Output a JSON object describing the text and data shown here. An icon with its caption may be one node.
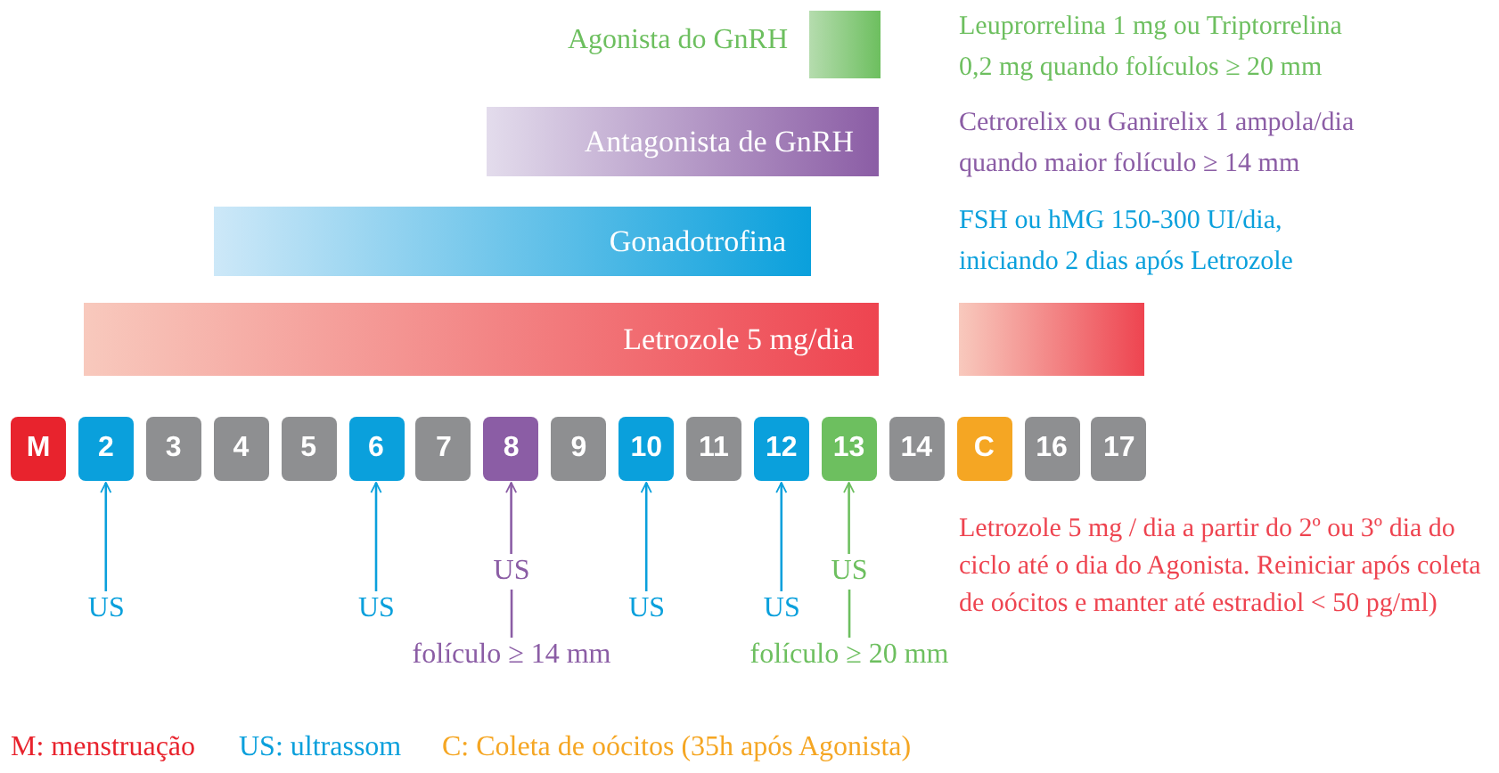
{
  "diagram": {
    "nodes": [
      {
        "text": [
          "Agonista do GnRH"
        ],
        "beside": [
          "Leuprorrelina 1 mg ou Triptorrelina 0,2 mg quando folículos ≥ 20 mm"
        ]
      },
      {
        "text": [
          "Antagonista de GnRH"
        ],
        "beside": [
          "Cetrorelix ou Ganirelix 1 ampola/dia quando maior folículo ≥ 14 mm"
        ]
      },
      {
        "text": [
          "Gonadotrofina"
        ]
      },
      {
        "text": [
          "Letrozole 5 mg/dia"
        ]
      },
      {
        "text": [],
        "shape": "bar"
      },
      {
        "text": [
          "M"
        ]
      },
      {
        "text": [
          "2"
        ]
      },
      {
        "text": [
          "3"
        ]
      },
      {
        "text": [
          "4"
        ]
      },
      {
        "text": [
          "5"
        ]
      },
      {
        "text": [
          "6"
        ]
      },
      {
        "text": [
          "7"
        ]
      },
      {
        "text": [
          "8"
        ]
      },
      {
        "text": [
          "9"
        ]
      },
      {
        "text": [
          "10"
        ]
      },
      {
        "text": [
          "11"
        ]
      },
      {
        "text": [
          "12"
        ]
      },
      {
        "text": [
          "13"
        ]
      },
      {
        "text": [
          "14"
        ]
      },
      {
        "text": [
          "C"
        ]
      },
      {
        "text": [
          "16"
        ]
      },
      {
        "text": [
          "17"
        ]
      },
      {
        "text": [
          "US"
        ]
      },
      {
        "text": [
          "US"
        ]
      },
      {
        "text": [
          "US"
        ]
      },
      {
        "text": [
          "US"
        ]
      },
      {
        "text": [
          "US"
        ]
      },
      {
        "text": [
          "US"
        ]
      },
      {
        "text": [
          "folículo ≥ 14 mm"
        ]
      },
      {
        "text": [
          "folículo ≥ 20 mm"
        ]
      }
    ],
    "edges": [
      {
        "from": 22,
        "to": 6,
        "arrow": "to"
      },
      {
        "from": 23,
        "to": 10,
        "arrow": "to"
      },
      {
        "from": 24,
        "to": 12,
        "arrow": "to",
        "color": "#8b5da5"
      },
      {
        "from": 25,
        "to": 14,
        "arrow": "to"
      },
      {
        "from": 26,
        "to": 16,
        "arrow": "to"
      },
      {
        "from": 27,
        "to": 17,
        "arrow": "to",
        "color": "#6dbf5f"
      },
      {
        "from": 28,
        "to": 24,
        "arrow": "none",
        "color": "#8b5da5"
      },
      {
        "from": 29,
        "to": 27,
        "arrow": "none",
        "color": "#6dbf5f"
      }
    ],
    "labels": [
      "FSH ou hMG 150-300 UI/dia, iniciando 2 dias após Letrozole",
      "Letrozole 5 mg / dia a partir do 2º ou 3º dia do ciclo até o dia do Agonista. Reiniciar após coleta de oócitos e manter até estradiol < 50 pg/ml)",
      "M: menstruação",
      "US: ultrassom",
      "C: Coleta de oócitos (35h após Agonista)"
    ]
  }
}
